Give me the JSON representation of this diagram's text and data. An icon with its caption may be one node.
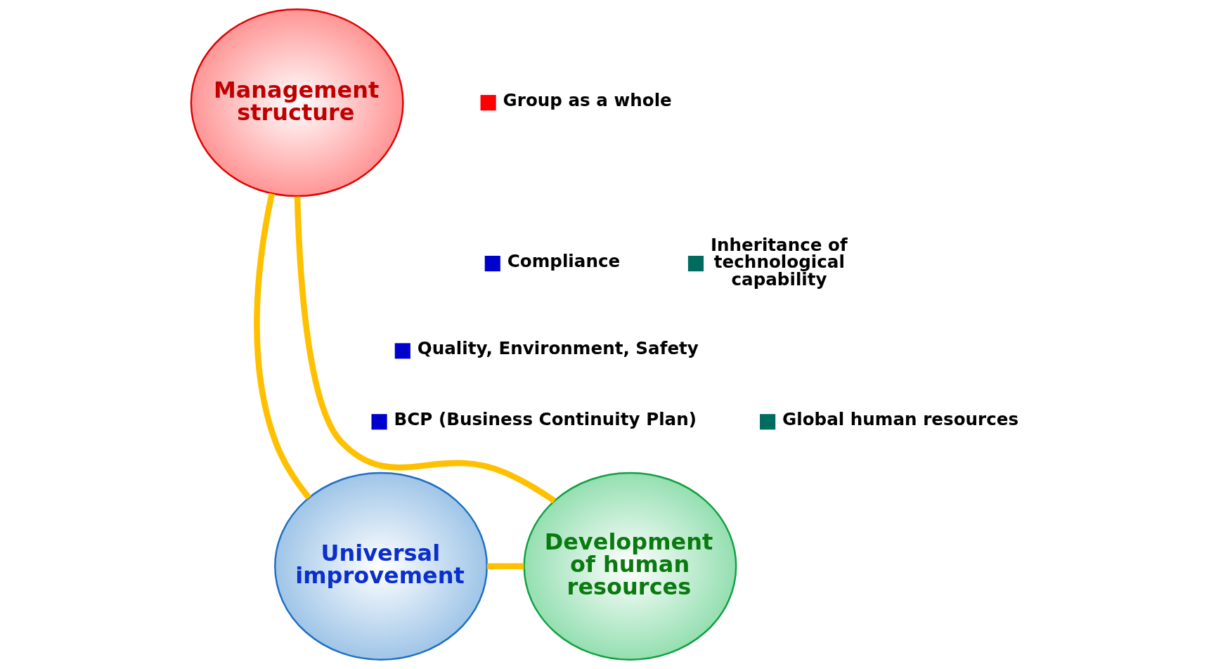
{
  "diagram": {
    "nodes": [
      {
        "text": [
          "Management structure"
        ]
      },
      {
        "text": [
          "Universal improvement"
        ]
      },
      {
        "text": [
          "Development of human resources"
        ]
      }
    ],
    "edges": [
      {
        "from": 0,
        "to": 1,
        "arrow": "none"
      },
      {
        "from": 0,
        "to": 2,
        "arrow": "none"
      },
      {
        "from": 1,
        "to": 2,
        "arrow": "none"
      }
    ],
    "legend": [
      {
        "text": "Group as a whole",
        "color": "#ff0000"
      },
      {
        "text": "Compliance",
        "color": "#0000cc"
      },
      {
        "text": "Quality, Environment, Safety",
        "color": "#0000cc"
      },
      {
        "text": "BCP (Business Continuity Plan)",
        "color": "#0000cc"
      },
      {
        "text": "Inheritance of technological capability",
        "color": "#006b5e"
      },
      {
        "text": "Global human resources",
        "color": "#006b5e"
      }
    ]
  }
}
